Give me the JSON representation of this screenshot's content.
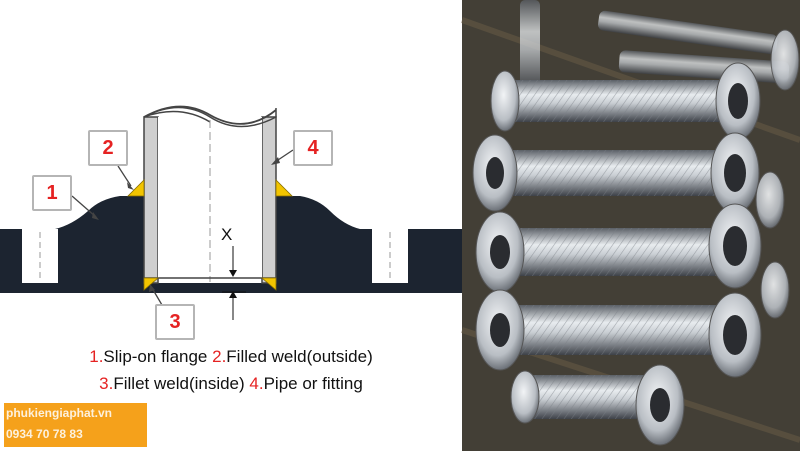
{
  "diagram": {
    "labels": [
      {
        "id": "1",
        "text": "1"
      },
      {
        "id": "2",
        "text": "2"
      },
      {
        "id": "3",
        "text": "3"
      },
      {
        "id": "4",
        "text": "4"
      }
    ],
    "gap_symbol": "X",
    "caption": {
      "line1": [
        {
          "num": "1.",
          "text": "Slip-on flange "
        },
        {
          "num": "2.",
          "text": "Filled weld(outside)"
        }
      ],
      "line2": [
        {
          "num": "3.",
          "text": "Fillet weld(inside) "
        },
        {
          "num": "4.",
          "text": "Pipe or fitting"
        }
      ]
    }
  },
  "watermark": {
    "site": "phukiengiaphat.vn",
    "phone": "0934 70 78 83"
  },
  "photo": {
    "subject": "stainless steel flexible braided hoses with flanges"
  },
  "colors": {
    "flange": "#1c2430",
    "pipe": "#f3f3f3",
    "weld": "#f2c400",
    "number_red": "#e52222",
    "watermark_bg": "#f5a11b"
  }
}
